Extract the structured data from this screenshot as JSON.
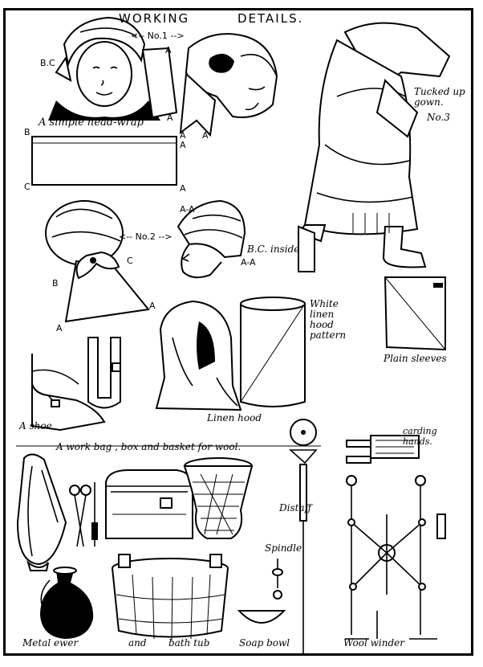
{
  "title": {
    "left": "WORKING",
    "right": "DETAILS."
  },
  "headwrap": {
    "no1": "<-- No.1 -->",
    "bc": "B.C",
    "a1": "A",
    "a2": "A",
    "a3": "A",
    "a4": "A",
    "caption": "A simple head-wrap",
    "b": "B",
    "c": "C",
    "a5": "A",
    "a6": "A"
  },
  "gown": {
    "line1": "Tucked up",
    "line2": "gown.",
    "num": "No.3"
  },
  "wrap2": {
    "no2": "<-- No.2 -->",
    "aa_top": "A-A",
    "c": "C",
    "b": "B",
    "a1": "A",
    "a2": "A",
    "bc_inside": "B.C. inside",
    "aa": "A-A"
  },
  "hood_pattern": {
    "line1": "White",
    "line2": "linen",
    "line3": "hood",
    "line4": "pattern"
  },
  "sleeves": "Plain sleeves",
  "shoe": "A shoe",
  "linen_hood": "Linen hood",
  "bag_caption": "A work bag , box and basket for wool.",
  "carding": {
    "line1": "carding",
    "line2": "hands."
  },
  "distaff": "Distaff",
  "spindle": "Spindle",
  "bottom": {
    "ewer": "Metal ewer",
    "and": "and",
    "tub": "bath tub",
    "soap": "Soap bowl",
    "winder": "Wool winder"
  }
}
